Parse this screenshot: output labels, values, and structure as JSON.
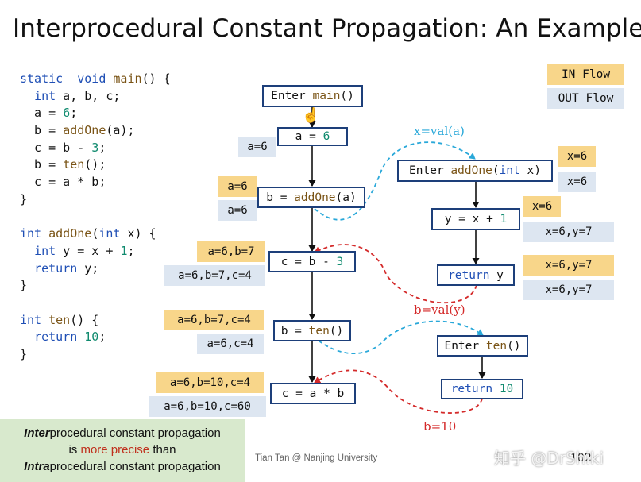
{
  "title": "Interprocedural Constant Propagation: An Example",
  "legend": {
    "in_label": "IN Flow",
    "out_label": "OUT Flow"
  },
  "code_lines": [
    [
      [
        "kw",
        "static"
      ],
      [
        "",
        "  "
      ],
      [
        "kw",
        "void"
      ],
      [
        "",
        " "
      ],
      [
        "fn",
        "main"
      ],
      [
        "",
        "() {"
      ]
    ],
    [
      [
        "",
        "  "
      ],
      [
        "kw",
        "int"
      ],
      [
        "",
        " a, b, c;"
      ]
    ],
    [
      [
        "",
        "  a = "
      ],
      [
        "num",
        "6"
      ],
      [
        "",
        ";"
      ]
    ],
    [
      [
        "",
        "  b = "
      ],
      [
        "fn",
        "addOne"
      ],
      [
        "",
        "(a);"
      ]
    ],
    [
      [
        "",
        "  c = b - "
      ],
      [
        "num",
        "3"
      ],
      [
        "",
        ";"
      ]
    ],
    [
      [
        "",
        "  b = "
      ],
      [
        "fn",
        "ten"
      ],
      [
        "",
        "();"
      ]
    ],
    [
      [
        "",
        "  c = a * b;"
      ]
    ],
    [
      [
        "",
        "}"
      ]
    ],
    [
      [
        "",
        ""
      ]
    ],
    [
      [
        "kw",
        "int"
      ],
      [
        "",
        " "
      ],
      [
        "fn",
        "addOne"
      ],
      [
        "",
        "("
      ],
      [
        "kw",
        "int"
      ],
      [
        "",
        " x) {"
      ]
    ],
    [
      [
        "",
        "  "
      ],
      [
        "kw",
        "int"
      ],
      [
        "",
        " y = x + "
      ],
      [
        "num",
        "1"
      ],
      [
        "",
        ";"
      ]
    ],
    [
      [
        "",
        "  "
      ],
      [
        "kw",
        "return"
      ],
      [
        "",
        " y;"
      ]
    ],
    [
      [
        "",
        "}"
      ]
    ],
    [
      [
        "",
        ""
      ]
    ],
    [
      [
        "kw",
        "int"
      ],
      [
        "",
        " "
      ],
      [
        "fn",
        "ten"
      ],
      [
        "",
        "() {"
      ]
    ],
    [
      [
        "",
        "  "
      ],
      [
        "kw",
        "return"
      ],
      [
        "",
        " "
      ],
      [
        "num",
        "10"
      ],
      [
        "",
        ";"
      ]
    ],
    [
      [
        "",
        "}"
      ]
    ]
  ],
  "nodes": {
    "enter_main": [
      [
        "",
        "Enter "
      ],
      [
        "fn",
        "main"
      ],
      [
        "",
        "()"
      ]
    ],
    "a_eq_6": [
      [
        "",
        "a = "
      ],
      [
        "num",
        "6"
      ]
    ],
    "b_addone": [
      [
        "",
        "b = "
      ],
      [
        "fn",
        "addOne"
      ],
      [
        "",
        "(a)"
      ]
    ],
    "c_b_minus": [
      [
        "",
        "c = b - "
      ],
      [
        "num",
        "3"
      ]
    ],
    "b_ten": [
      [
        "",
        "b = "
      ],
      [
        "fn",
        "ten"
      ],
      [
        "",
        "()"
      ]
    ],
    "c_a_times_b": [
      [
        "",
        "c = a * b"
      ]
    ],
    "enter_addone": [
      [
        "",
        "Enter "
      ],
      [
        "fn",
        "addOne"
      ],
      [
        "",
        "("
      ],
      [
        "kw",
        "int"
      ],
      [
        "",
        " x)"
      ]
    ],
    "y_eq": [
      [
        "",
        "y = x + "
      ],
      [
        "num",
        "1"
      ]
    ],
    "return_y": [
      [
        "kw",
        "return"
      ],
      [
        "",
        " y"
      ]
    ],
    "enter_ten": [
      [
        "",
        "Enter "
      ],
      [
        "fn",
        "ten"
      ],
      [
        "",
        "()"
      ]
    ],
    "return_10": [
      [
        "kw",
        "return"
      ],
      [
        "",
        " "
      ],
      [
        "num",
        "10"
      ]
    ]
  },
  "facts": {
    "out_a6": "a=6",
    "in_b_addone": "a=6",
    "out_b_addone": "a=6",
    "in_c": "a=6,b=7",
    "out_c": "a=6,b=7,c=4",
    "in_bten": "a=6,b=7,c=4",
    "out_bten": "a=6,c=4",
    "in_cab": "a=6,b=10,c=4",
    "out_cab": "a=6,b=10,c=60",
    "in_enter_addone": "x=6",
    "out_enter_addone": "x=6",
    "in_y": "x=6",
    "out_y": "x=6,y=7",
    "in_return_y": "x=6,y=7",
    "out_return_y": "x=6,y=7"
  },
  "edge_labels": {
    "call_addone": "x=val(a)",
    "ret_addone": "b=val(y)",
    "ret_ten": "b=10"
  },
  "colors": {
    "call_edge": "#29a8d9",
    "return_edge": "#d42a2a",
    "in_flow": "#f8d68a",
    "out_flow": "#dde6f1",
    "node_border": "#1d3f7a"
  },
  "note": {
    "line1_bold": "Inter",
    "line1_rest": "procedural constant propagation",
    "line2_pre": "is ",
    "line2_red": "more precise",
    "line2_post": " than",
    "line3_bold": "Intra",
    "line3_rest": "procedural constant propagation"
  },
  "footer": "Tian Tan @ Nanjing University",
  "page_number": "102",
  "watermark": "知乎 @DrShiki"
}
